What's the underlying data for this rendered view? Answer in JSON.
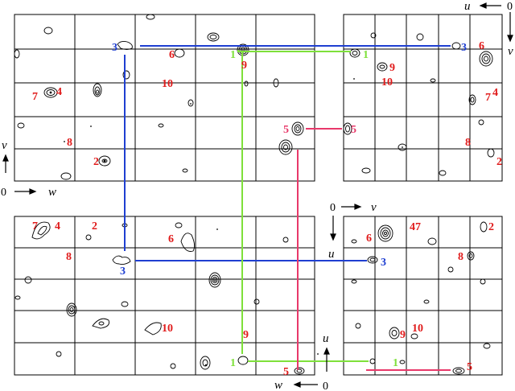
{
  "colors": {
    "red": "#e01b1b",
    "blue": "#1f3fd1",
    "green": "#7ee03a",
    "pink": "#e8396a",
    "black": "#000000"
  },
  "axes": {
    "top_left": {
      "vertical_label": "v",
      "horizontal_label": "w",
      "origin": "0"
    },
    "top_right": {
      "horizontal_label": "u",
      "vertical_label": "v",
      "origin": "0"
    },
    "bottom_right": {
      "horizontal_label": "v",
      "vertical_label": "u",
      "origin": "0"
    },
    "bottom_center": {
      "vertical_label": "u",
      "horizontal_label": "w",
      "origin": "0"
    }
  },
  "peaks": {
    "top_left": {
      "p3": "3",
      "p6": "6",
      "p9": "9",
      "p10": "10",
      "p7": "7",
      "p4": "4",
      "p8": "8",
      "p5": "5",
      "p2": "2"
    },
    "top_right": {
      "p3": "3",
      "p6": "6",
      "p9": "9",
      "p10": "10",
      "p7": "7",
      "p4": "4",
      "p8": "8",
      "p2": "2",
      "p5": "5",
      "p1": "1"
    },
    "bottom_left": {
      "p7": "7",
      "p4": "4",
      "p2": "2",
      "p6": "6",
      "p8": "8",
      "p3": "3",
      "p10": "10",
      "p9": "9",
      "p1": "1",
      "p5": "5"
    },
    "bottom_right": {
      "p6": "6",
      "p47": "47",
      "p2": "2",
      "p8": "8",
      "p3": "3",
      "p10": "10",
      "p9": "9",
      "p1": "1",
      "p5": "5"
    }
  },
  "top_left_p1": "1"
}
